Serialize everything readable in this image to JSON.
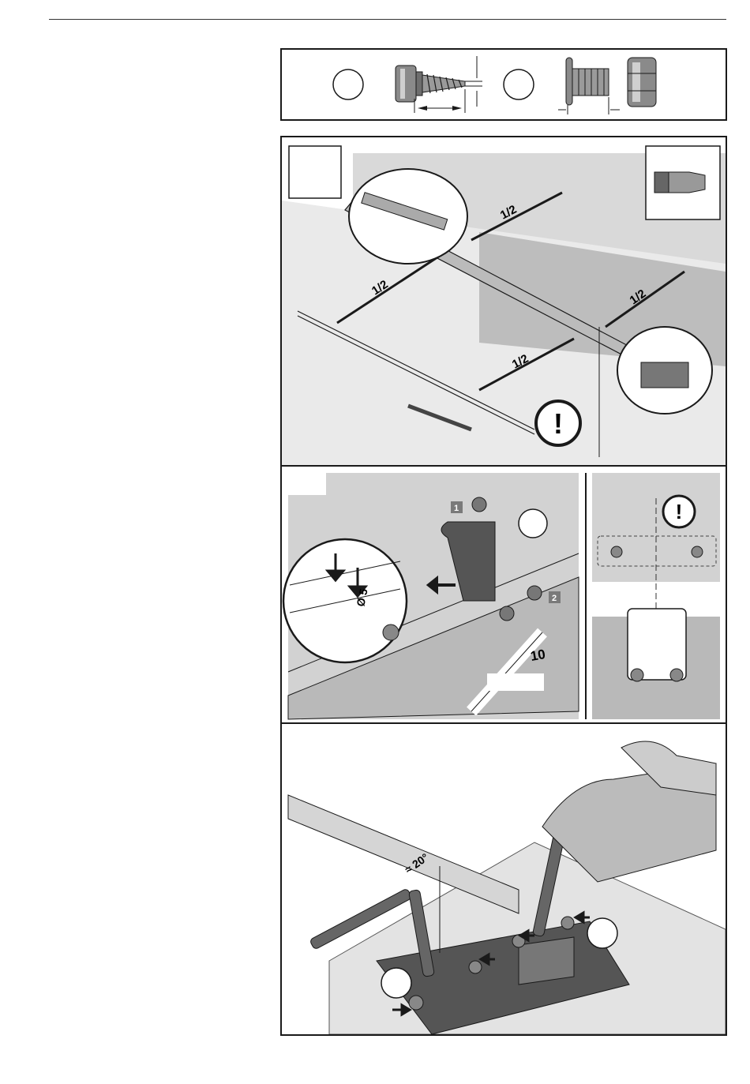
{
  "figures": {
    "measurement_labels": {
      "half": "1/2"
    },
    "drill": {
      "diameter": "Ø 5"
    },
    "wrench": {
      "size": "10"
    },
    "callouts": {
      "step1": "1",
      "step2": "2"
    },
    "angle": {
      "label": "≈ 20°"
    },
    "warning": {
      "symbol": "!"
    }
  },
  "colors": {
    "line": "#1a1a1a",
    "wall_gray": "#d2d2d2",
    "dark_gray": "#6e6e6e",
    "mid_gray": "#9a9a9a",
    "panel_bg": "#ffffff"
  }
}
